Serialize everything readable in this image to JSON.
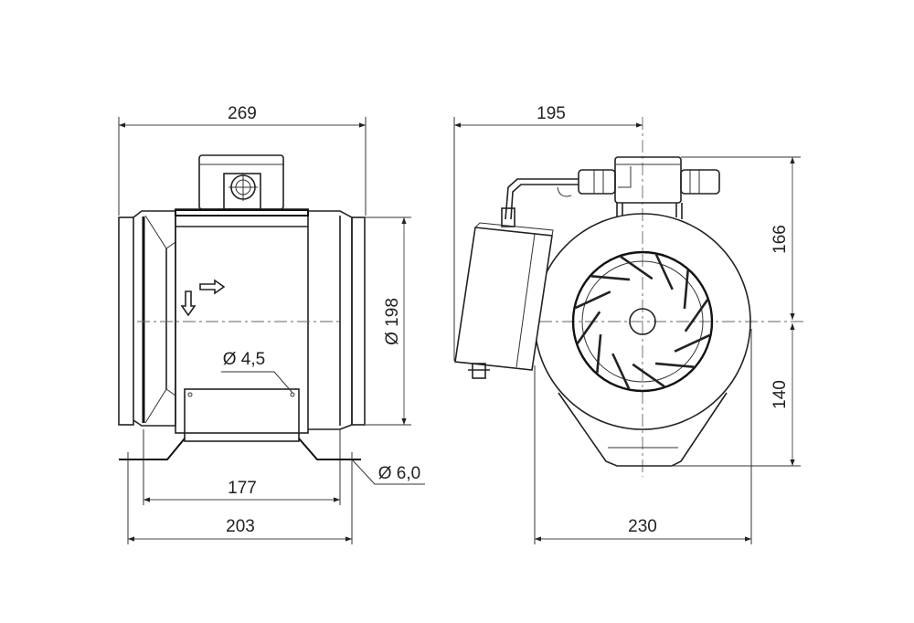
{
  "dimensions": {
    "side_view": {
      "overall_length": "269",
      "duct_diameter": "Ø 198",
      "mount_hole": "Ø 4,5",
      "foot_hole": "Ø 6,0",
      "hole_spacing": "177",
      "foot_length": "203"
    },
    "front_view": {
      "offset_width": "195",
      "height_above_axis": "166",
      "height_below_axis": "140",
      "overall_width": "230"
    }
  }
}
